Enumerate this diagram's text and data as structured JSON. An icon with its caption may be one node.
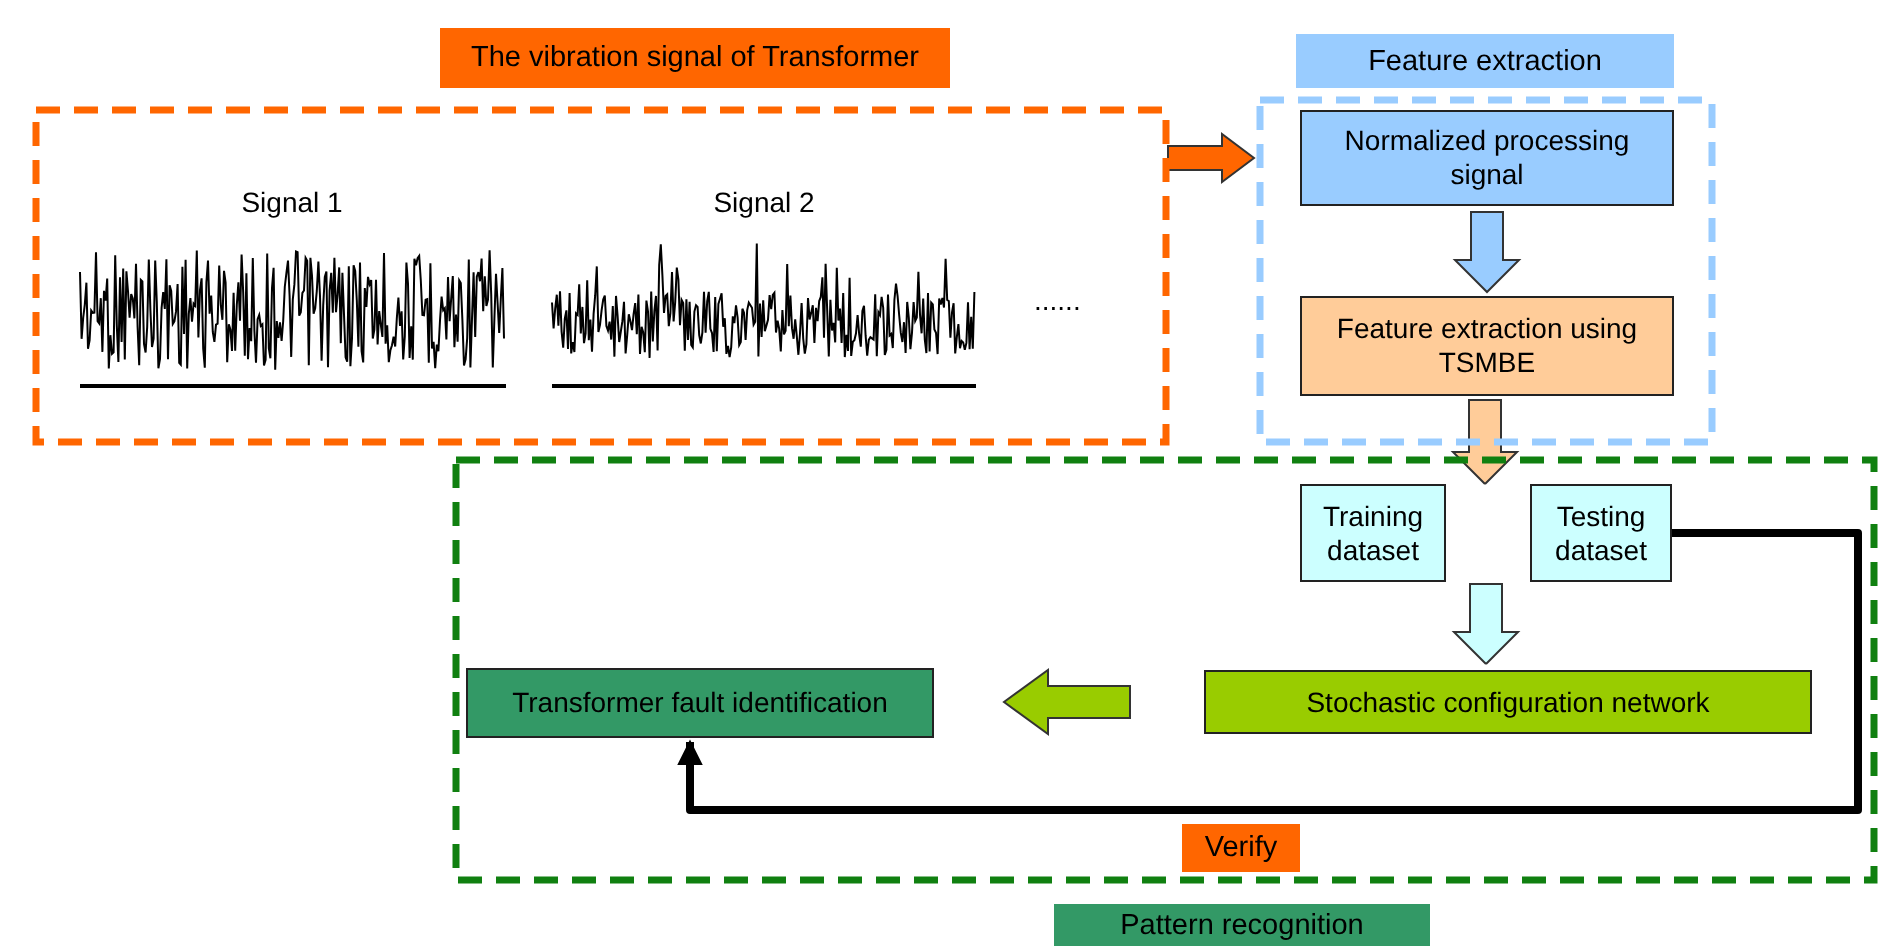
{
  "diagram": {
    "nodes": [
      {
        "text": [
          "The vibration signal of Transformer"
        ]
      },
      {
        "text": [
          "Signal 1"
        ],
        "in": 0
      },
      {
        "text": [
          "Signal 2"
        ],
        "in": 0
      },
      {
        "text": [
          "Feature extraction"
        ]
      },
      {
        "text": [
          "Normalized processing signal"
        ],
        "in": 3
      },
      {
        "text": [
          "Feature extraction using TSMBE"
        ],
        "in": 3
      },
      {
        "text": [
          "Pattern recognition"
        ]
      },
      {
        "text": [
          "Training dataset"
        ],
        "in": 6
      },
      {
        "text": [
          "Testing dataset"
        ],
        "in": 6
      },
      {
        "text": [
          "Stochastic configuration network"
        ],
        "in": 6
      },
      {
        "text": [
          "Transformer fault identification"
        ],
        "in": 6
      }
    ],
    "edges": [
      {
        "from": 0,
        "to": 3,
        "arrow": "to",
        "color": "#ff6600"
      },
      {
        "from": 4,
        "to": 5,
        "arrow": "to",
        "color": "#99ccff"
      },
      {
        "from": 5,
        "to": 7,
        "arrow": "to",
        "color": "#ffcc99"
      },
      {
        "from": 5,
        "to": 8,
        "arrow": "to",
        "color": "#ffcc99"
      },
      {
        "from": 7,
        "to": 9,
        "arrow": "to",
        "color": "#ccffff"
      },
      {
        "from": 8,
        "to": 9,
        "arrow": "to",
        "color": "#ccffff"
      },
      {
        "from": 9,
        "to": 10,
        "arrow": "to",
        "color": "#99cc00"
      },
      {
        "from": 8,
        "to": 10,
        "arrow": "to",
        "label": "Verify"
      }
    ],
    "labels": [
      "......"
    ]
  }
}
